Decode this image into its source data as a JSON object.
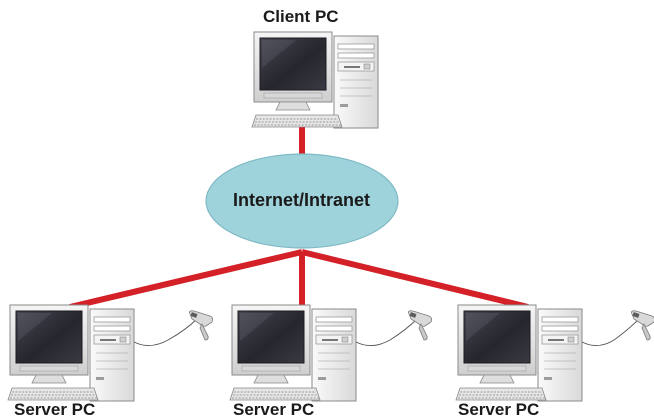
{
  "client": {
    "label": "Client PC"
  },
  "network": {
    "label": "Internet/Intranet"
  },
  "servers": [
    {
      "label": "Server PC"
    },
    {
      "label": "Server PC"
    },
    {
      "label": "Server PC"
    }
  ],
  "colors": {
    "link": "#d42027",
    "cloud_fill": "#9fd3dc",
    "cloud_stroke": "#7fb9c4",
    "case": "#eeeeee",
    "screen": "#2b2b33"
  }
}
